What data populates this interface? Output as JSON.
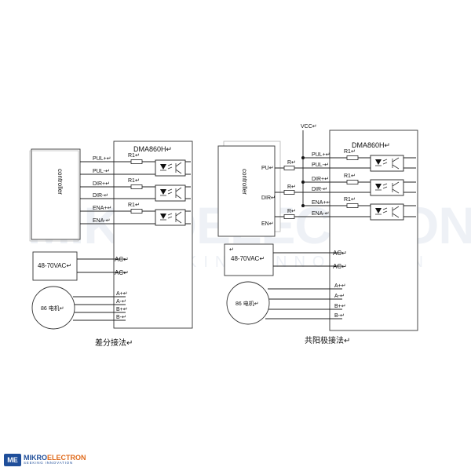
{
  "watermark": {
    "brand": "MIKROELECTRON",
    "brand_prefix": "ME",
    "tagline": "SEEKING INNOVATION"
  },
  "logo": {
    "mark": "ME",
    "name_a": "MIKRO",
    "name_b": "ELECTRON",
    "tagline": "SEEKING INNOVATION"
  },
  "left": {
    "driver_title": "DMA860H↵",
    "controller": "controller",
    "pins": [
      "PUL+↵",
      "PUL-↵",
      "DIR+↵",
      "DIR-↵",
      "ENA+↵",
      "ENA-↵"
    ],
    "resistors": [
      "R1↵",
      "R1↵",
      "R1↵"
    ],
    "power": "48-70VAC↵",
    "ac": [
      "AC↵",
      "AC↵"
    ],
    "motor": "86 电机↵",
    "phases": [
      "A+↵",
      "A-↵",
      "B+↵",
      "B-↵"
    ],
    "caption": "差分接法↵"
  },
  "right": {
    "vcc": "VCC↵",
    "driver_title": "DMA860H↵",
    "controller": "controller",
    "ctrl_pins": [
      "PU↵",
      "DIR↵",
      "EN↵"
    ],
    "ctrl_resistors": [
      "R↵",
      "R↵",
      "R↵"
    ],
    "pins": [
      "PUL+↵",
      "PUL-↵",
      "DIR+↵",
      "DIR-↵",
      "ENA+↵",
      "ENA-↵"
    ],
    "resistors": [
      "R1↵",
      "R1↵",
      "R1↵"
    ],
    "power_mark": "↵",
    "power": "48-70VAC↵",
    "ac": [
      "AC↵",
      "AC↵"
    ],
    "motor": "86 电机↵",
    "phases": [
      "A+↵",
      "A-↵",
      "B+↵",
      "B-↵"
    ],
    "caption": "共阳极接法↵"
  }
}
